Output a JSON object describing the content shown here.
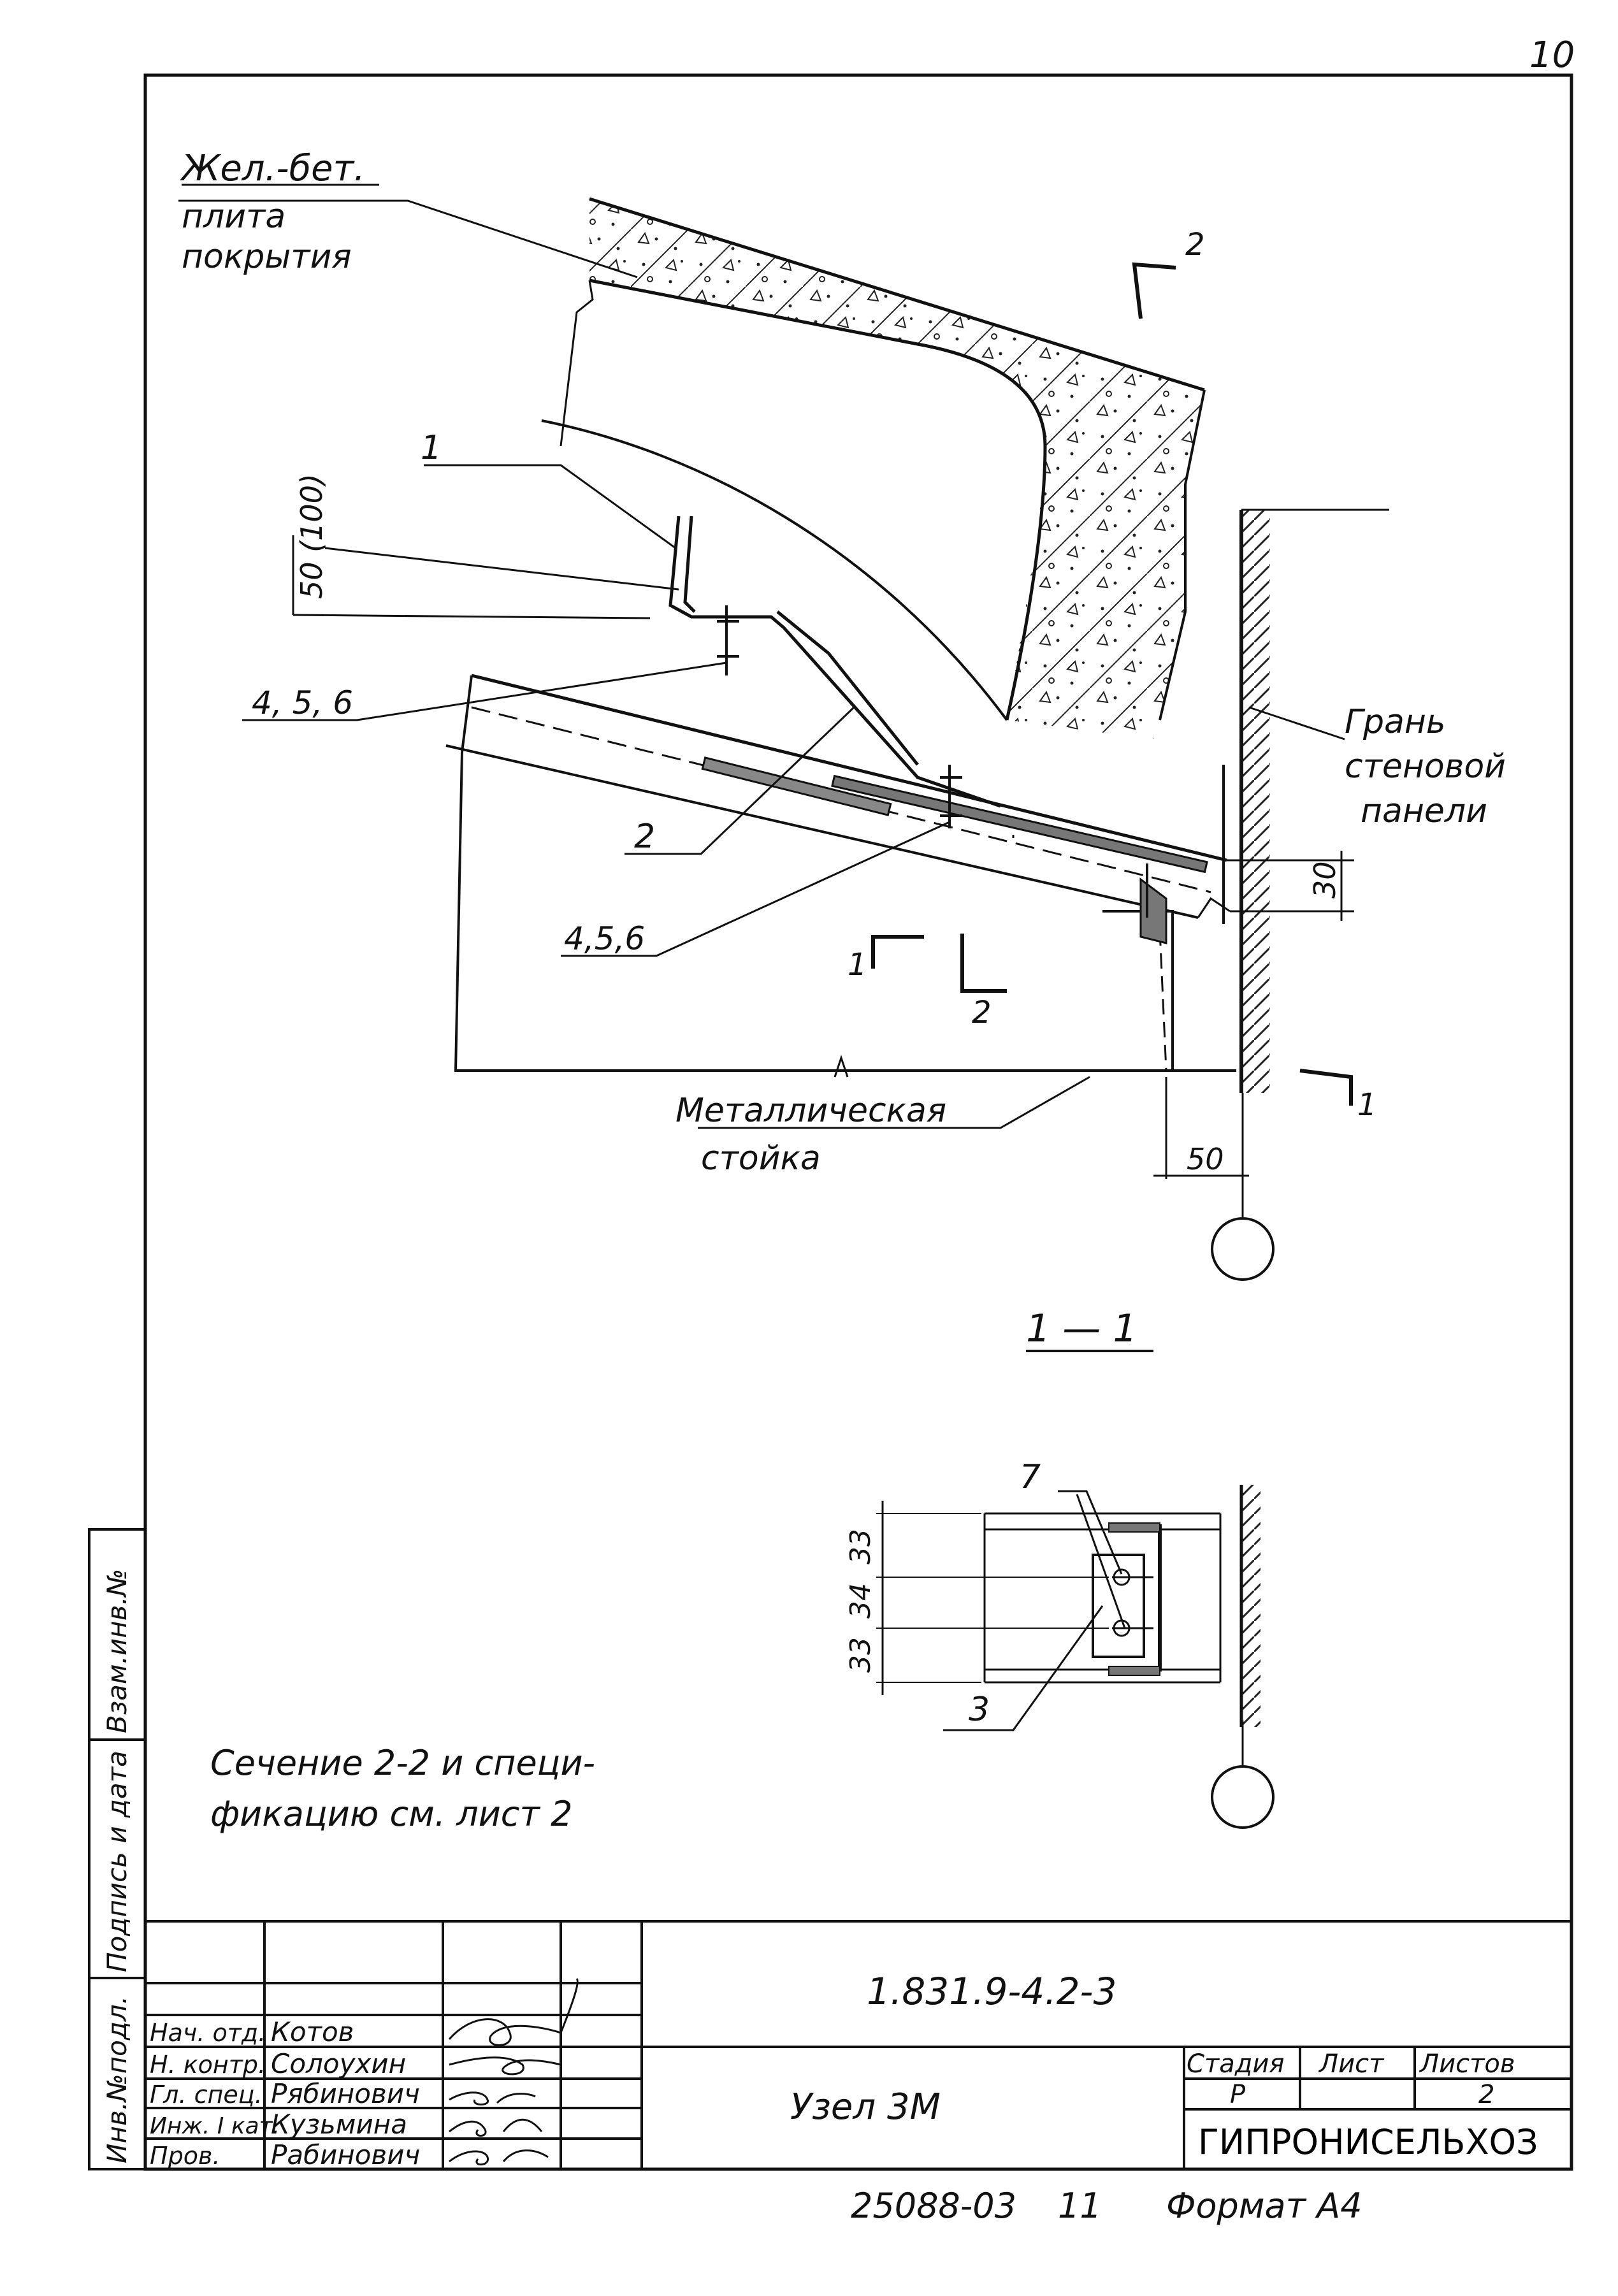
{
  "page_number": "10",
  "labels": {
    "slab_line1": "Жел.-бет.",
    "slab_line2": "плита",
    "slab_line3": "покрытия",
    "wall_line1": "Грань",
    "wall_line2": "стеновой",
    "wall_line3": "панели",
    "post_line1": "Металлическая",
    "post_line2": "стойка",
    "pos_1": "1",
    "pos_2": "2",
    "pos_456_a": "4, 5, 6",
    "pos_456_b": "4,5,6",
    "pos_3": "3",
    "pos_7": "7",
    "dim_50_100": "50 (100)",
    "dim_30": "30",
    "dim_50": "50",
    "dim_33_top": "33",
    "dim_34": "34",
    "dim_33_bottom": "33",
    "cut_2_top": "2",
    "cut_1_mid": "1",
    "cut_2_mid": "2",
    "cut_1_right": "1",
    "section_title": "1 — 1",
    "note_line1": "Сечение  2-2  и  специ-",
    "note_line2": "фикацию  см. лист 2"
  },
  "side_stamp": {
    "col1": "Инв.№подл.",
    "col2": "Подпись и дата",
    "col3": "Взам.инв.№"
  },
  "title_block": {
    "doc_code": "1.831.9-4.2-3",
    "title": "Узел 3М",
    "stage_header": "Стадия",
    "sheet_header": "Лист",
    "sheets_header": "Листов",
    "stage_value": "Р",
    "sheet_value": "",
    "sheets_value": "2",
    "organization": "ГИПРОНИСЕЛЬХОЗ",
    "roles": [
      {
        "role": "Нач. отд.",
        "name": "Котов"
      },
      {
        "role": "Н. контр.",
        "name": "Солоухин"
      },
      {
        "role": "Гл. спец.",
        "name": "Рябинович"
      },
      {
        "role": "Инж. I кат.",
        "name": "Кузьмина"
      },
      {
        "role": "Пров.",
        "name": "Рабинович"
      }
    ]
  },
  "footer": {
    "order_number": "25088-03",
    "copy_number": "11",
    "format": "Формат А4"
  }
}
